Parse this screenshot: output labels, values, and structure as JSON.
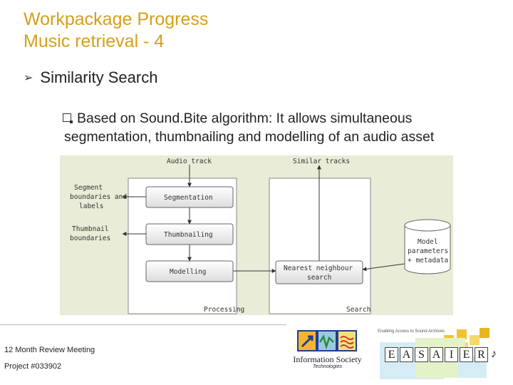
{
  "header": {
    "title_line1": "Workpackage Progress",
    "title_line2": "Music retrieval - 4"
  },
  "bullets": {
    "level1": "Similarity Search",
    "level2_line1": "Based on Sound.Bite algorithm:  It allows simultaneous",
    "level2_line2": "segmentation, thumbnailing and modelling of an audio asset"
  },
  "diagram": {
    "audio_track": "Audio track",
    "similar_tracks": "Similar tracks",
    "segment_label_1": "Segment",
    "segment_label_2": "boundaries and",
    "segment_label_3": "labels",
    "thumb_label_1": "Thumbnail",
    "thumb_label_2": "boundaries",
    "segmentation": "Segmentation",
    "thumbnailing": "Thumbnailing",
    "modelling": "Modelling",
    "nn_1": "Nearest neighbour",
    "nn_2": "search",
    "model_1": "Model",
    "model_2": "parameters",
    "model_3": "+ metadata",
    "processing": "Processing",
    "search": "Search"
  },
  "footer": {
    "line1": "12 Month Review Meeting",
    "line2": "Project #033902"
  },
  "logos": {
    "ist_name": "Information Society",
    "ist_sub": "Technologies",
    "easaier_tag": "Enabling Access to Sound Archives",
    "easaier_letters": [
      "E",
      "A",
      "S",
      "A",
      "I",
      "E",
      "R"
    ],
    "easaier_note": "♪"
  }
}
